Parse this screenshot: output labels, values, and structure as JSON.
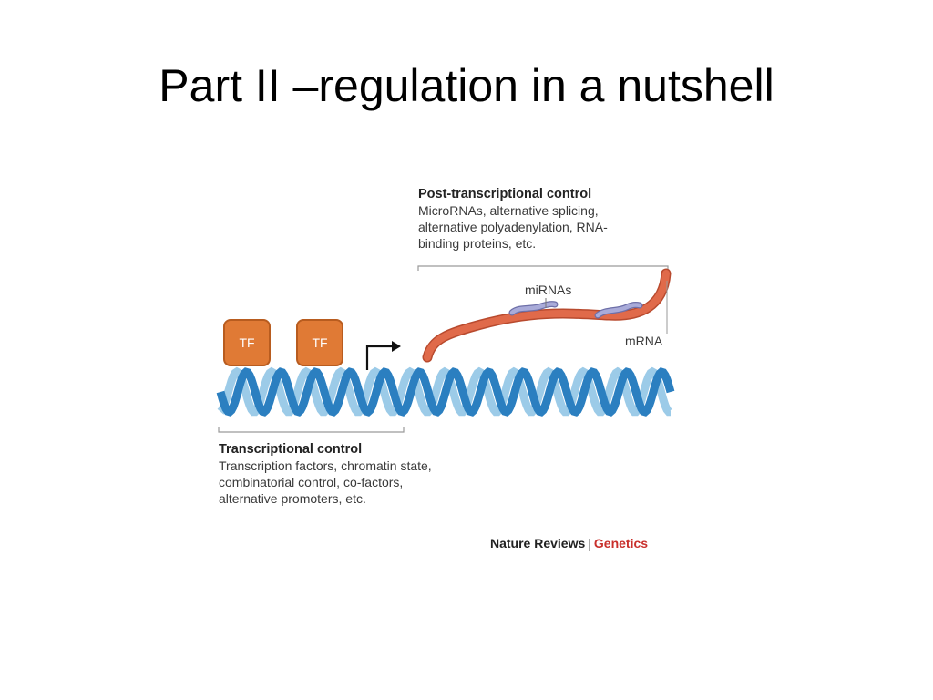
{
  "slide": {
    "title": "Part II –regulation in a nutshell"
  },
  "figure": {
    "post_transcriptional": {
      "heading": "Post-transcriptional control",
      "lines": [
        "MicroRNAs, alternative splicing,",
        "alternative polyadenylation, RNA-",
        "binding proteins, etc."
      ]
    },
    "transcriptional": {
      "heading": "Transcriptional control",
      "lines": [
        "Transcription factors, chromatin state,",
        "combinatorial control, co-factors,",
        "alternative promoters, etc."
      ]
    },
    "tf_labels": [
      "TF",
      "TF"
    ],
    "mirna_label": "miRNAs",
    "mrna_label": "mRNA",
    "credit": {
      "source": "Nature Reviews",
      "separator": "|",
      "section": "Genetics"
    },
    "colors": {
      "tf_fill": "#e07a35",
      "mrna": "#e06a4a",
      "mirna": "#9a9ccf",
      "dna_dark": "#2b7fc0",
      "dna_light": "#9ccbe8",
      "genetics_accent": "#c9302c"
    }
  }
}
